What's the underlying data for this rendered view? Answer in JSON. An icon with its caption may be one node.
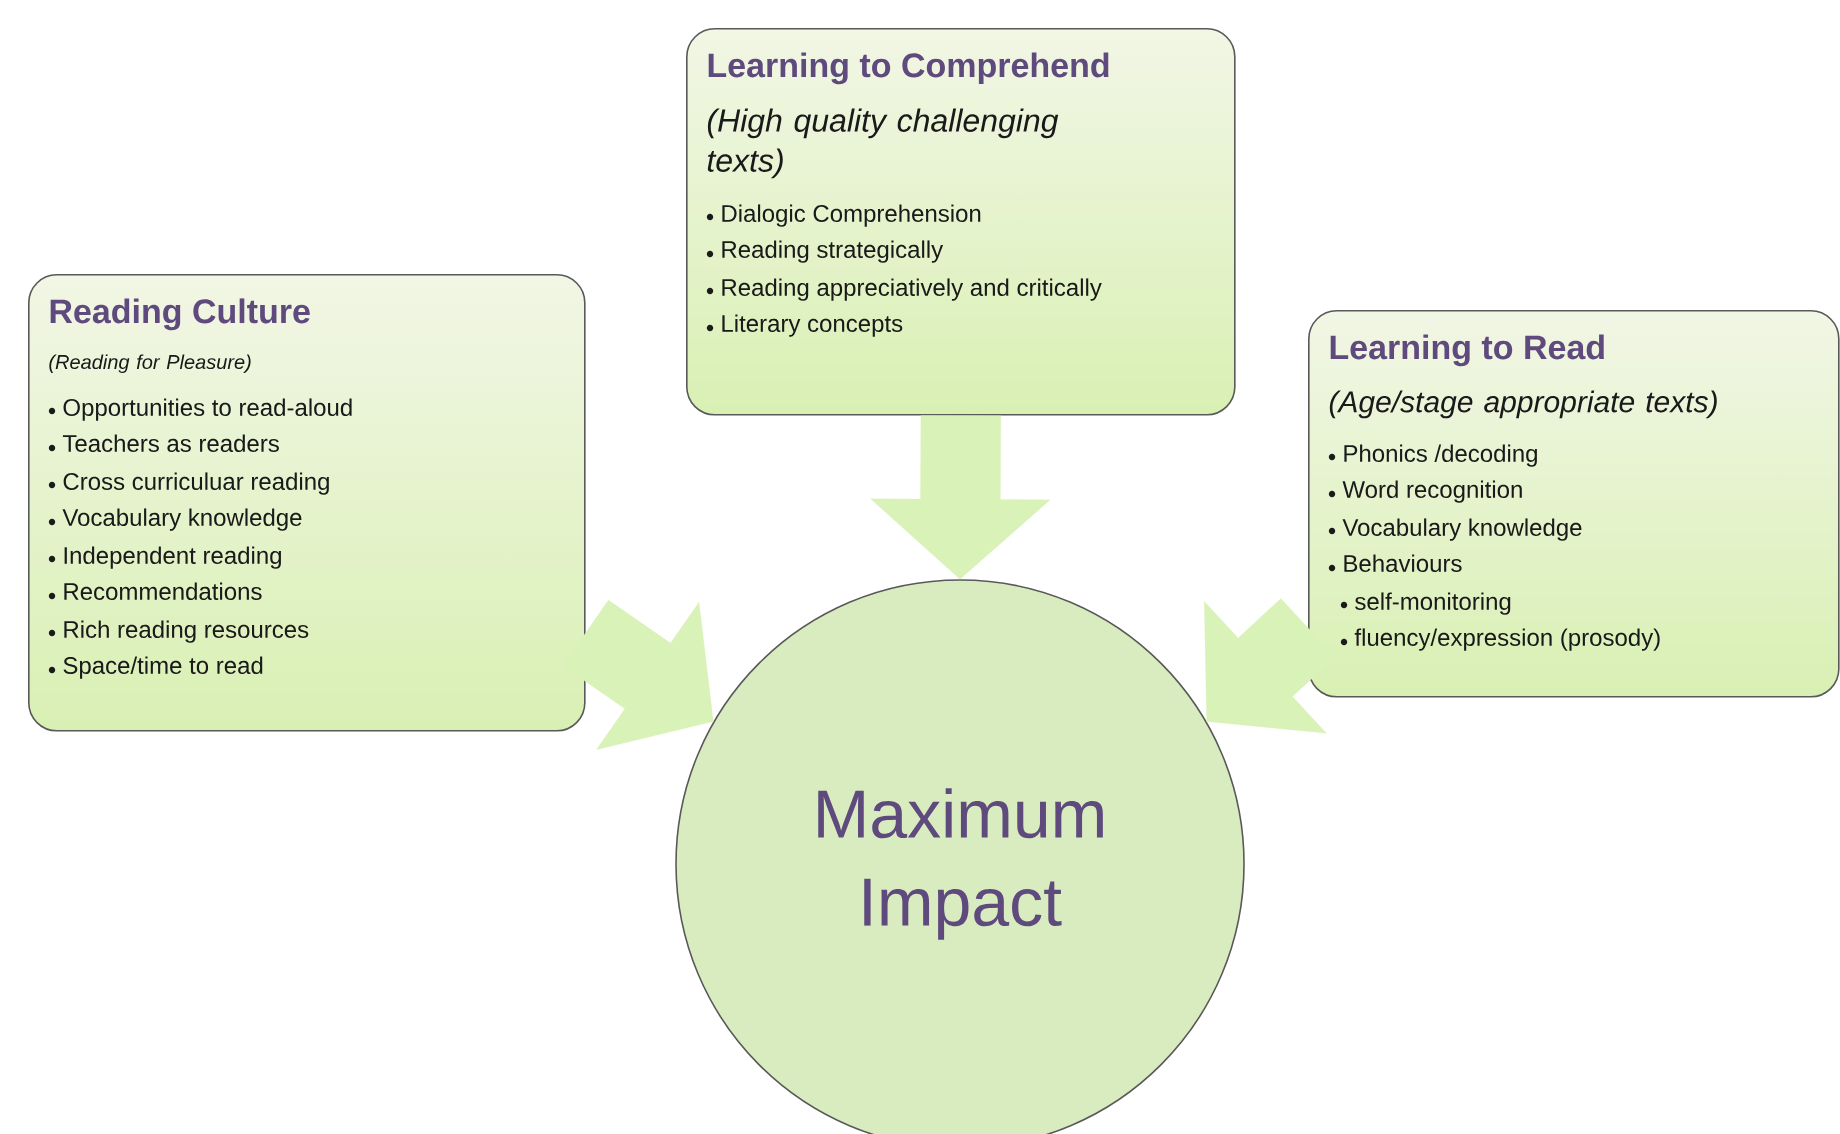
{
  "diagram": {
    "nodes": [
      {
        "text": [
          "Reading Culture",
          "(Reading for Pleasure)",
          "Opportunities to read-aloud",
          "Teachers as readers",
          "Cross curriculuar  reading",
          "Vocabulary knowledge",
          "Independent reading",
          "Recommendations",
          "Rich reading resources",
          "Space/time to read"
        ]
      },
      {
        "text": [
          "Learning to Comprehend",
          "(High quality challenging texts)",
          "Dialogic Comprehension",
          "Reading strategically",
          "Reading appreciatively and critically",
          "Literary concepts"
        ]
      },
      {
        "text": [
          "Learning to Read",
          "(Age/stage appropriate texts)",
          "Phonics /decoding",
          "Word recognition",
          "Vocabulary knowledge",
          "Behaviours",
          "self-monitoring",
          "fluency/expression (prosody)"
        ]
      },
      {
        "text": [
          "Maximum Impact"
        ]
      }
    ],
    "edges": [
      {
        "from": 0,
        "to": 3,
        "arrow": "to"
      },
      {
        "from": 1,
        "to": 3,
        "arrow": "to"
      },
      {
        "from": 2,
        "to": 3,
        "arrow": "to"
      }
    ]
  }
}
